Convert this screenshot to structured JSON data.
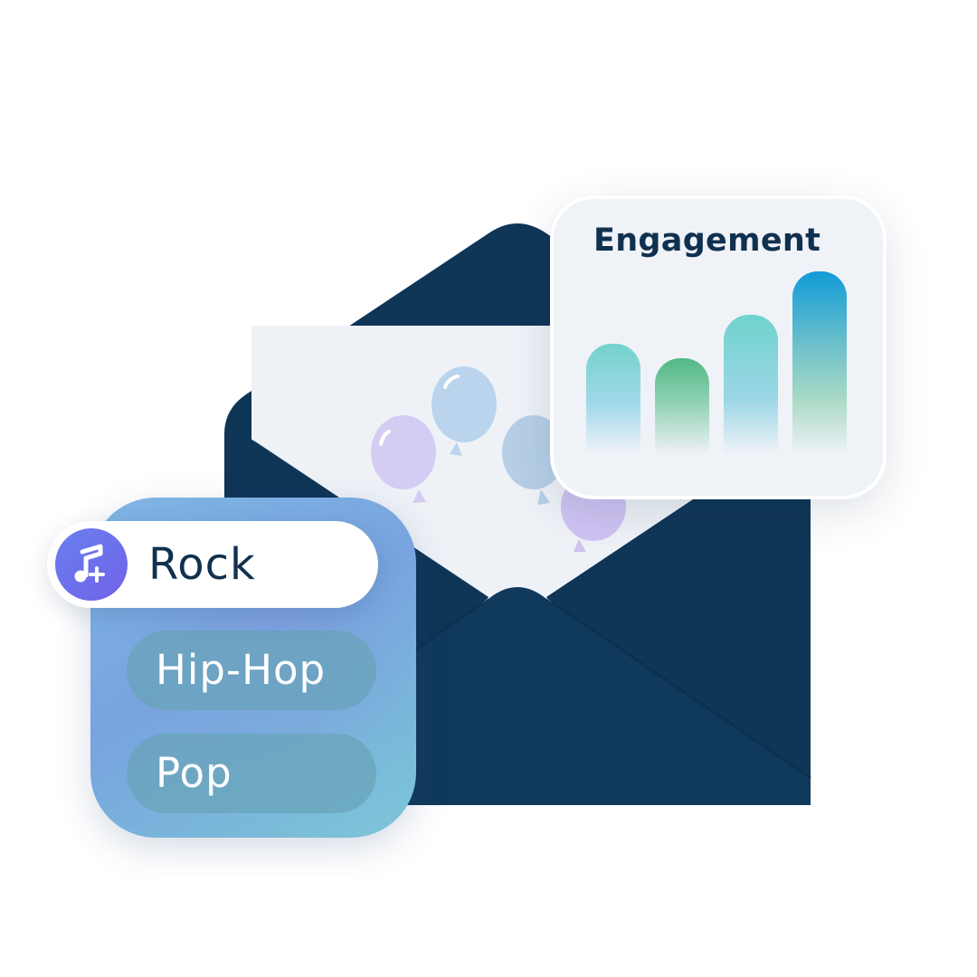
{
  "engagement_card": {
    "title": "Engagement",
    "bars": [
      {
        "level": 0.63,
        "top_color": "#74d2cc"
      },
      {
        "level": 0.55,
        "top_color": "#52b885"
      },
      {
        "level": 0.8,
        "top_color": "#6fd3cc"
      },
      {
        "level": 1.0,
        "top_color": "#119bd8"
      }
    ]
  },
  "genres": {
    "selected": {
      "label": "Rock",
      "icon": "music-note-plus-icon"
    },
    "options": [
      {
        "label": "Hip-Hop"
      },
      {
        "label": "Pop"
      }
    ]
  },
  "illustration": {
    "envelope_color": "#0f3557",
    "letter_color": "#eef2f7",
    "balloon_colors": [
      "#b9d4ec",
      "#cfc4f2",
      "#b4cde6"
    ]
  }
}
